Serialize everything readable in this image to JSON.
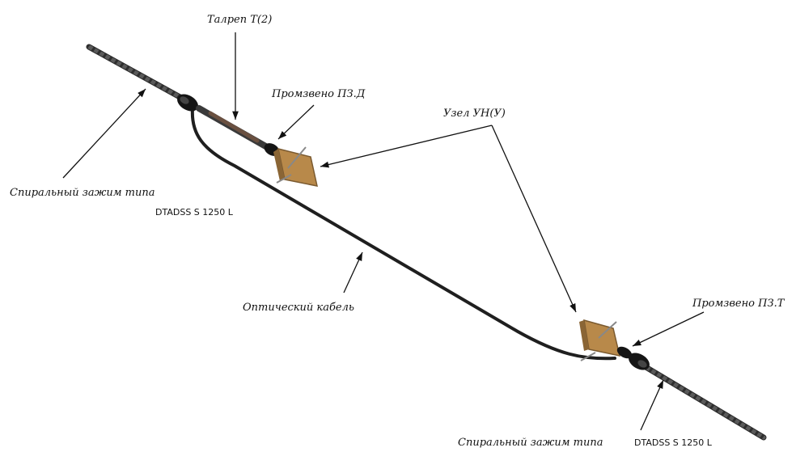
{
  "labels": {
    "turnbuckle": "Талреп Т(2)",
    "link_pzd": "Промзвено ПЗ.Д",
    "node_un": "Узел УН(У)",
    "spiral_clamp_top": "Спиральный зажим типа",
    "spiral_clamp_top_code": "DTADSS S 1250 L",
    "optical_cable": "Оптический кабель",
    "link_pzt": "Промзвено ПЗ.Т",
    "spiral_clamp_bottom": "Спиральный зажим типа",
    "spiral_clamp_bottom_code": "DTADSS S 1250 L"
  },
  "colors": {
    "conductor": "#4a4a4a",
    "cable": "#1f1f1f",
    "clamp": "#151515",
    "bracket": "#b8894a",
    "bracket_dark": "#7a5a30",
    "arrow": "#111111"
  }
}
